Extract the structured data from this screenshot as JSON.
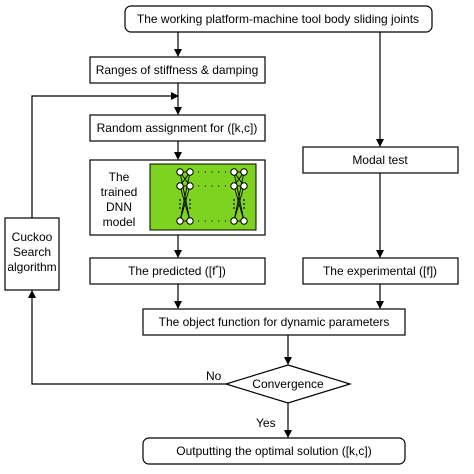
{
  "nodes": {
    "top": "The working platform-machine tool body sliding joints",
    "ranges": "Ranges of stiffness & damping",
    "random": "Random assignment for ([k,c])",
    "dnn": [
      "The",
      "trained",
      "DNN",
      "model"
    ],
    "modal": "Modal test",
    "predicted": "The predicted ([f",
    "predicted_close": "])",
    "experimental": "The experimental ([f",
    "experimental_close": "])",
    "cuckoo": [
      "Cuckoo",
      "Search",
      "algorithm"
    ],
    "objective": "The object function for dynamic parameters",
    "convergence": "Convergence",
    "output": "Outputting the optimal solution ([k,c])"
  },
  "edges": {
    "no": "No",
    "yes": "Yes"
  },
  "nn_dots": "· · · · ·",
  "colors": {
    "dnn_fill": "#7ed321",
    "stroke": "#000000",
    "background": "#ffffff"
  }
}
